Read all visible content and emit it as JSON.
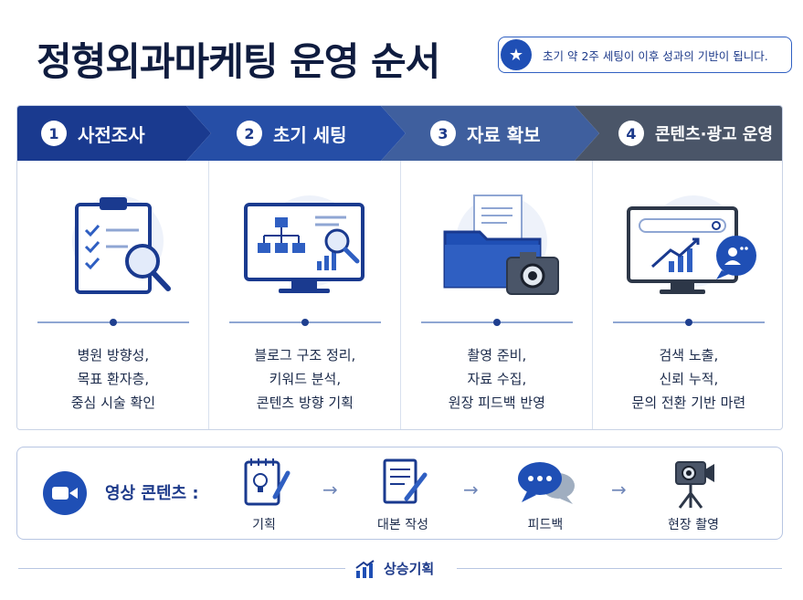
{
  "header": {
    "title": "정형외과마케팅 운영 순서",
    "note": "초기 약 2주 세팅이 이후 성과의 기반이 됩니다."
  },
  "steps": [
    {
      "number": "1",
      "title": "사전조사",
      "lines": [
        "병원 방향성,",
        "목표 환자층,",
        "중심 시술 확인"
      ],
      "icon": "clipboard-magnifier-icon"
    },
    {
      "number": "2",
      "title": "초기 세팅",
      "lines": [
        "블로그 구조 정리,",
        "키워드 분석,",
        "콘텐츠 방향 기획"
      ],
      "icon": "monitor-sitemap-icon"
    },
    {
      "number": "3",
      "title": "자료 확보",
      "lines": [
        "촬영 준비,",
        "자료 수집,",
        "원장 피드백 반영"
      ],
      "icon": "folder-camera-icon"
    },
    {
      "number": "4",
      "title": "콘텐츠·광고 운영",
      "lines": [
        "검색 노출,",
        "신뢰 누적,",
        "문의 전환 기반 마련"
      ],
      "icon": "monitor-growth-icon"
    }
  ],
  "video": {
    "label": "영상 콘텐츠 :",
    "steps": [
      {
        "label": "기획",
        "icon": "notepad-lightbulb-icon"
      },
      {
        "label": "대본 작성",
        "icon": "document-pen-icon"
      },
      {
        "label": "피드백",
        "icon": "chat-bubbles-icon"
      },
      {
        "label": "현장 촬영",
        "icon": "video-camera-tripod-icon"
      }
    ],
    "arrow": "→"
  },
  "footer": {
    "brand": "상승기획"
  },
  "colors": {
    "step1": "#1a3a8f",
    "step2": "#264ea6",
    "step3": "#3f5f9e",
    "step4": "#4a5568",
    "accent": "#1f4fb5"
  }
}
